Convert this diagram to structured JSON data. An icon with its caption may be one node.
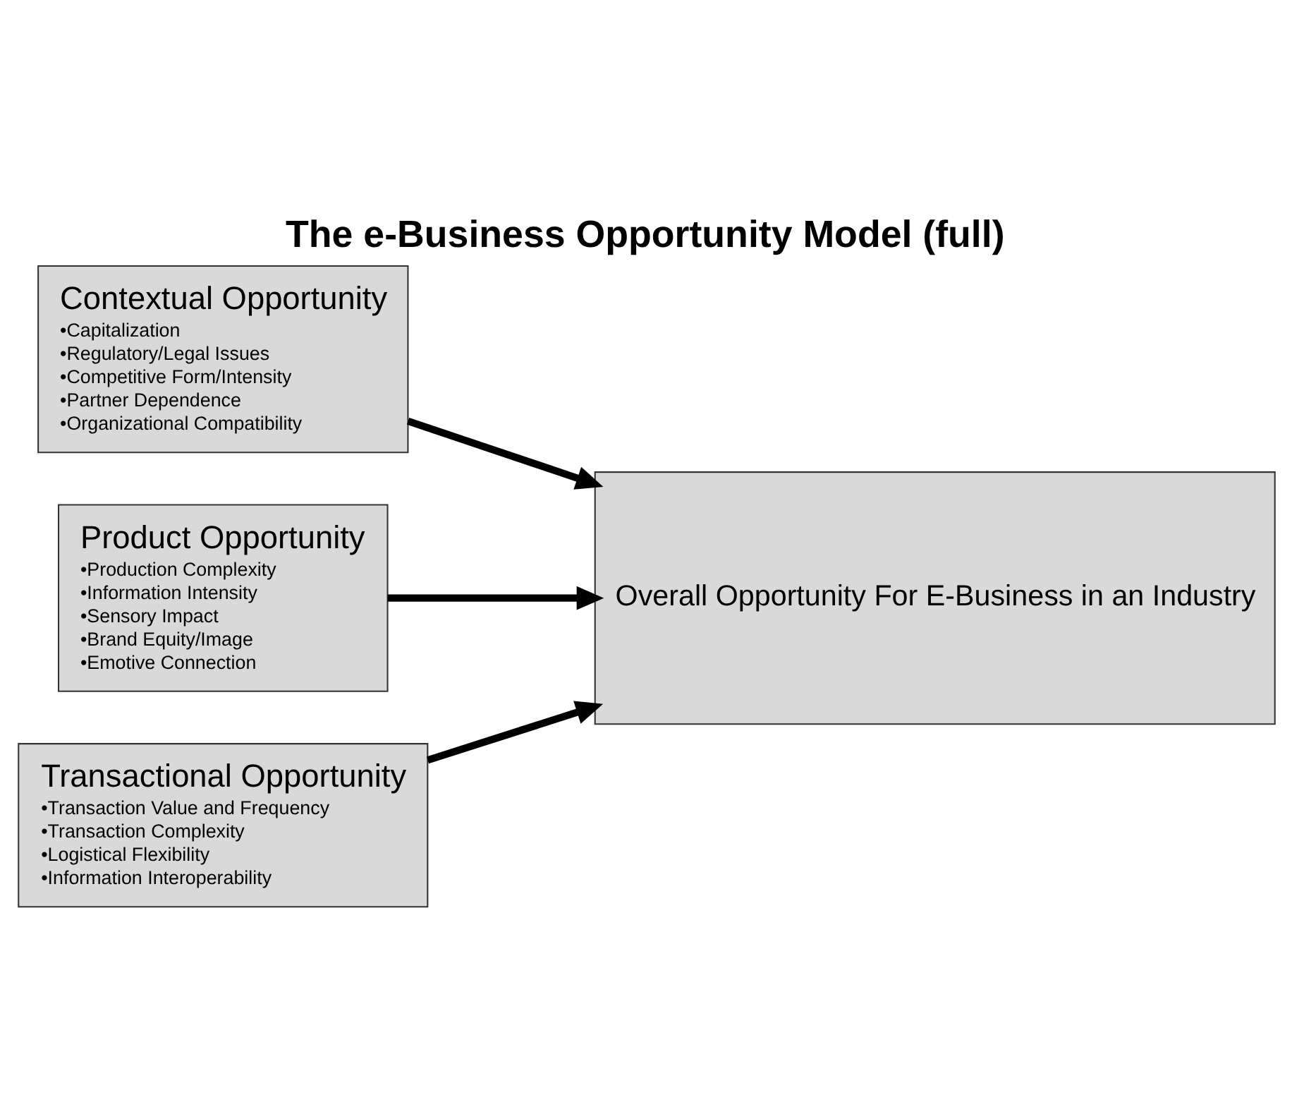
{
  "diagram": {
    "title": "The e-Business Opportunity Model (full)",
    "nodes": [
      {
        "text": [
          "Contextual Opportunity",
          "•Capitalization",
          "•Regulatory/Legal Issues",
          "•Competitive Form/Intensity",
          "•Partner Dependence",
          "•Organizational Compatibility"
        ]
      },
      {
        "text": [
          "Product Opportunity",
          "•Production Complexity",
          "•Information Intensity",
          "•Sensory Impact",
          "•Brand Equity/Image",
          "•Emotive Connection"
        ]
      },
      {
        "text": [
          "Transactional Opportunity",
          "•Transaction Value and Frequency",
          "•Transaction Complexity",
          "•Logistical Flexibility",
          "•Information Interoperability"
        ]
      },
      {
        "text": [
          "Overall Opportunity For E-Business in an Industry"
        ]
      }
    ],
    "edges": [
      {
        "from": 0,
        "to": 3,
        "arrow": "to"
      },
      {
        "from": 1,
        "to": 3,
        "arrow": "to"
      },
      {
        "from": 2,
        "to": 3,
        "arrow": "to"
      }
    ]
  }
}
